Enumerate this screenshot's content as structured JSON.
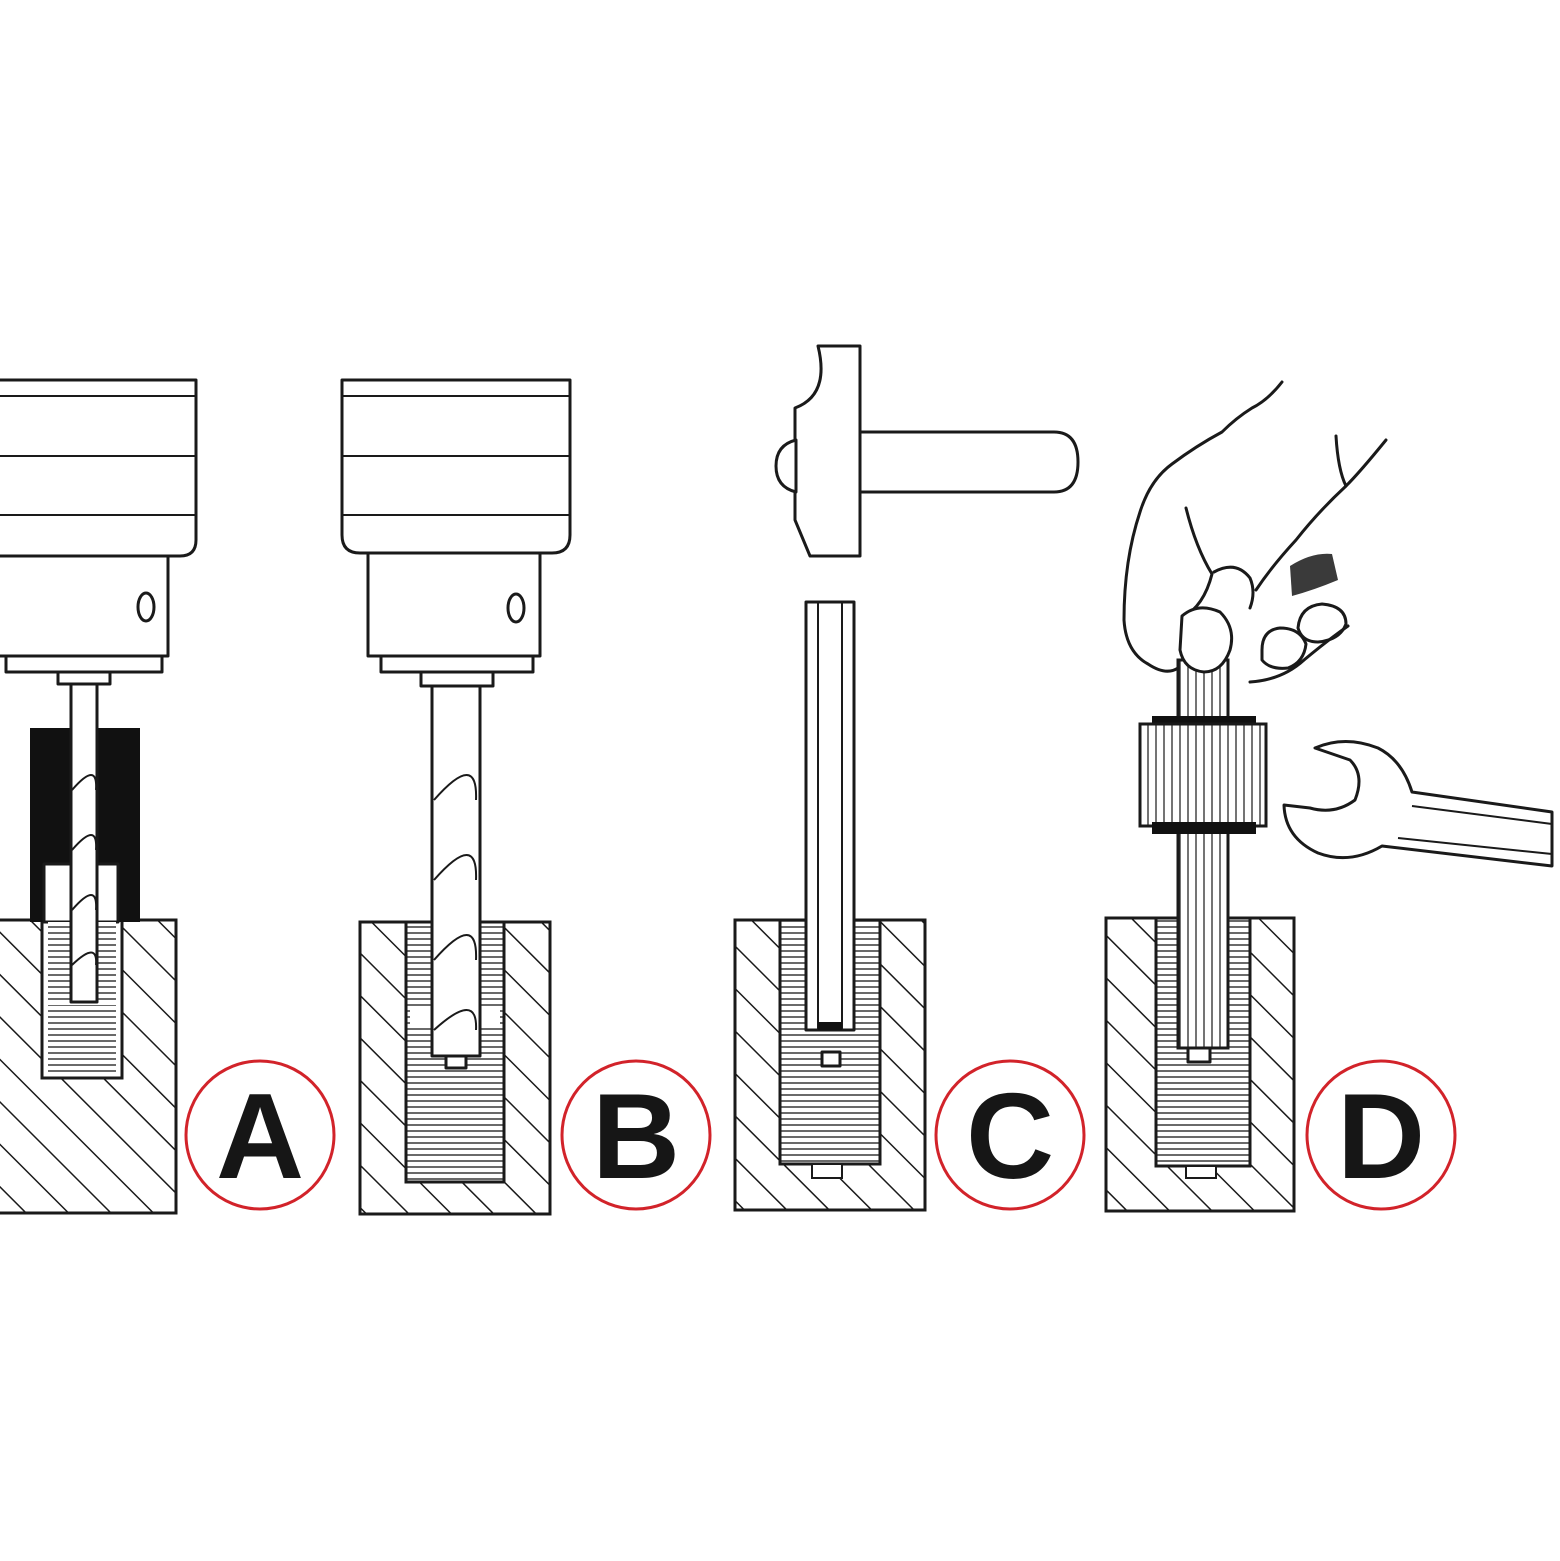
{
  "steps": [
    {
      "label": "A",
      "tool": "drill-with-bit-guide"
    },
    {
      "label": "B",
      "tool": "drill-with-bit"
    },
    {
      "label": "C",
      "tool": "hammer-and-extractor"
    },
    {
      "label": "D",
      "tool": "hand-wrench-and-extractor"
    }
  ],
  "colors": {
    "line": "#1a1a1a",
    "badge_ring": "#d2232a",
    "label_text": "#161616",
    "background": "#ffffff"
  }
}
